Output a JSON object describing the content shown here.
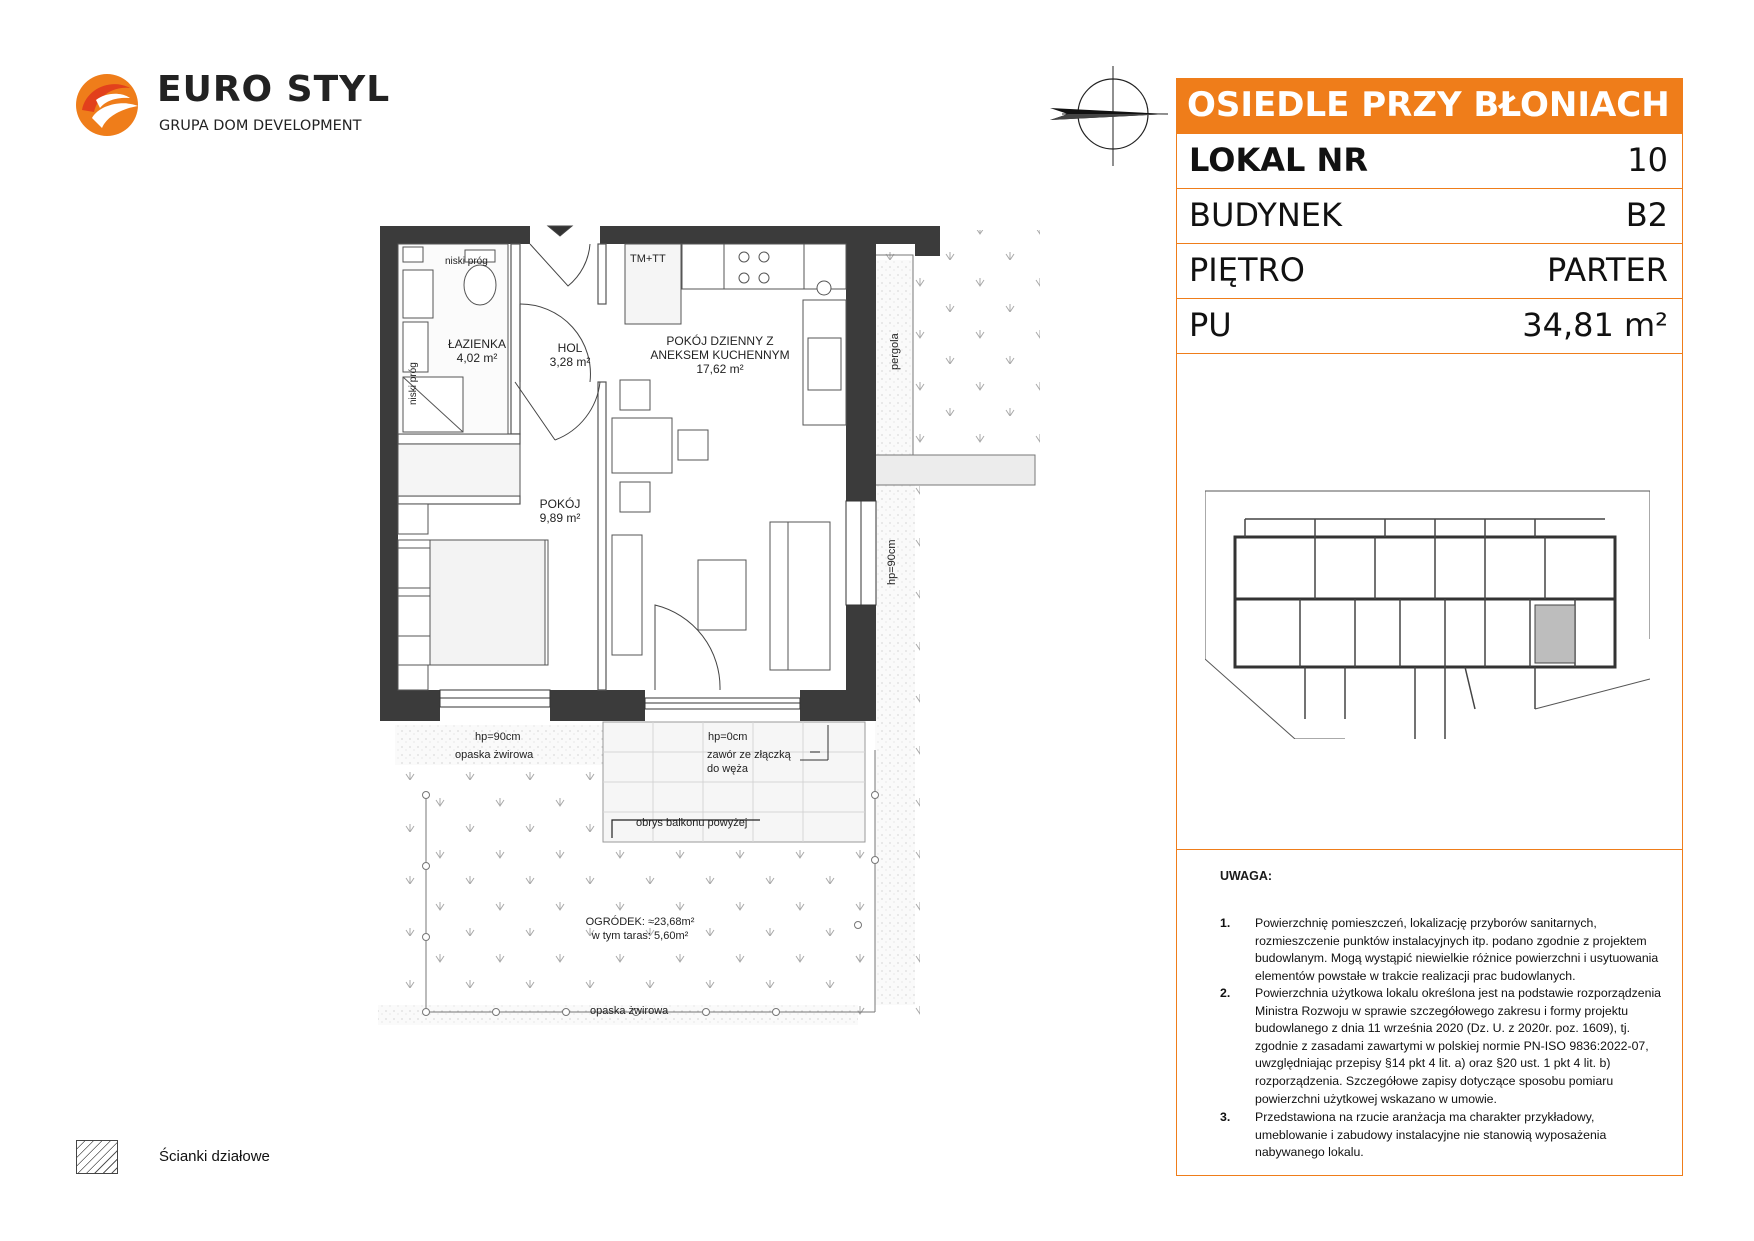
{
  "brand": {
    "name": "EURO STYL",
    "tagline": "GRUPA DOM DEVELOPMENT",
    "color_orange": "#ef7d1a",
    "color_red": "#e2401c"
  },
  "compass_icon": "north-arrow-icon",
  "info": {
    "title": "OSIEDLE PRZY BŁONIACH",
    "rows": [
      {
        "key": "LOKAL NR",
        "value": "10"
      },
      {
        "key": "BUDYNEK",
        "value": "B2"
      },
      {
        "key": "PIĘTRO",
        "value": "PARTER"
      },
      {
        "key": "PU",
        "value": "34,81 m²"
      }
    ]
  },
  "notes": {
    "title": "UWAGA:",
    "items": [
      {
        "num": "1.",
        "lines": [
          "Powierzchnię pomieszczeń, lokalizację przyborów sanitarnych,",
          "rozmieszczenie punktów instalacyjnych itp. podano zgodnie z projektem",
          "budowlanym. Mogą wystąpić niewielkie różnice powierzchni i usytuowania",
          "elementów powstałe w trakcie realizacji prac budowlanych."
        ]
      },
      {
        "num": "2.",
        "lines": [
          "Powierzchnia użytkowa lokalu określona jest na podstawie rozporządzenia",
          "Ministra Rozwoju w sprawie szczegółowego zakresu i formy projektu",
          "budowlanego z dnia 11 września 2020 (Dz. U. z 2020r. poz. 1609), tj.",
          "zgodnie z zasadami zawartymi w polskiej normie PN-ISO 9836:2022-07,",
          "uwzględniając przepisy §14 pkt 4 lit. a) oraz §20 ust. 1 pkt 4 lit. b)",
          "rozporządzenia. Szczegółowe zapisy dotyczące sposobu pomiaru",
          "powierzchni użytkowej wskazano w umowie."
        ]
      },
      {
        "num": "3.",
        "lines": [
          "Przedstawiona na rzucie aranżacja ma charakter przykładowy,",
          "umeblowanie i zabudowy instalacyjne nie stanowią wyposażenia",
          "nabywanego lokalu."
        ]
      }
    ]
  },
  "legend": {
    "label": "Ścianki działowe"
  },
  "plan": {
    "rooms": [
      {
        "name": "ŁAZIENKA",
        "area": "4,02 m²"
      },
      {
        "name": "HOL",
        "area": "3,28 m²"
      },
      {
        "name": "POKÓJ DZIENNY Z",
        "name2": "ANEKSEM KUCHENNYM",
        "area": "17,62 m²"
      },
      {
        "name": "POKÓJ",
        "area": "9,89 m²"
      }
    ],
    "labels": {
      "niski_prog_top": "niski próg",
      "niski_prog_side": "niski próg",
      "tm_tt": "TM+TT",
      "pergola": "pergola",
      "hp_right": "hp=90cm",
      "hp_left": "hp=90cm",
      "hp_door": "hp=0cm",
      "opaska_top": "opaska żwirowa",
      "opaska_bottom": "opaska żwirowa",
      "zawor1": "zawór ze złączką",
      "zawor2": "do węża",
      "obrys": "obrys balkonu powyżej",
      "ogrodek1": "OGRÓDEK: ≈23,68m²",
      "ogrodek2": "w tym taras: 5,60m²"
    }
  }
}
